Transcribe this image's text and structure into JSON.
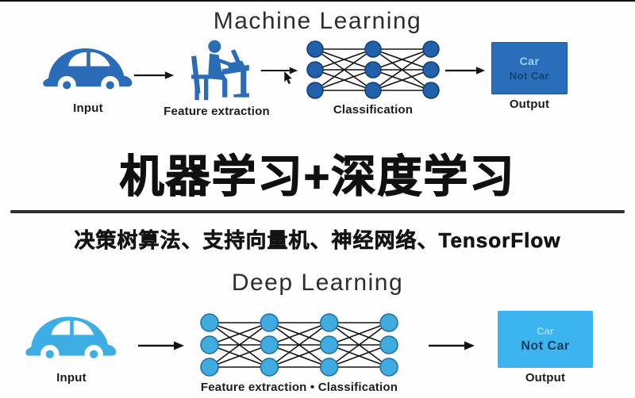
{
  "machine_learning": {
    "title": "Machine Learning",
    "input_label": "Input",
    "feature_label": "Feature extraction",
    "classification_label": "Classification",
    "output_label": "Output",
    "output_line1": "Car",
    "output_line2": "Not Car",
    "accent_color": "#2a6cb8",
    "output_box_color": "#2a6db8"
  },
  "banner": {
    "headline": "机器学习+深度学习",
    "subtitle": "决策树算法、支持向量机、神经网络、TensorFlow"
  },
  "deep_learning": {
    "title": "Deep Learning",
    "input_label": "Input",
    "network_label": "Feature extraction • Classification",
    "output_label": "Output",
    "output_line1": "Car",
    "output_line2": "Not Car",
    "accent_color": "#3dade4",
    "output_box_color": "#3cb4ef"
  },
  "networks": {
    "ml": {
      "columns": 3,
      "rows": 3,
      "node_radius": 10,
      "node_color": "#2161ab",
      "node_border": "#123c6d",
      "line_color": "#141414"
    },
    "dl": {
      "columns": 4,
      "rows": 3,
      "node_radius": 11,
      "node_color": "#3fabdf",
      "node_border": "#1d6e9e",
      "line_color": "#141414"
    }
  }
}
